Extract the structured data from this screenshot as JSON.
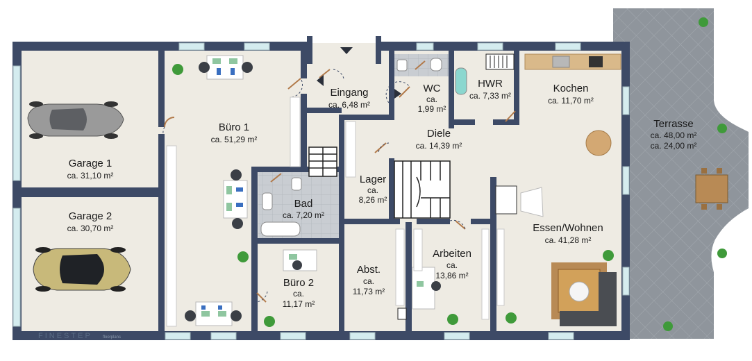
{
  "brand": {
    "name": "FINESTEP",
    "sub": "floorplans"
  },
  "rooms": {
    "garage1": {
      "name": "Garage 1",
      "area": "ca. 31,10 m²"
    },
    "garage2": {
      "name": "Garage 2",
      "area": "ca. 30,70 m²"
    },
    "buero1": {
      "name": "Büro 1",
      "area": "ca. 51,29 m²"
    },
    "eingang": {
      "name": "Eingang",
      "area": "ca. 6,48 m²"
    },
    "wc": {
      "name": "WC",
      "ca": "ca.",
      "area": "1,99 m²"
    },
    "hwr": {
      "name": "HWR",
      "area": "ca. 7,33 m²"
    },
    "kochen": {
      "name": "Kochen",
      "area": "ca. 11,70 m²"
    },
    "diele": {
      "name": "Diele",
      "area": "ca. 14,39 m²"
    },
    "lager": {
      "name": "Lager",
      "ca": "ca.",
      "area": "8,26 m²"
    },
    "bad": {
      "name": "Bad",
      "area": "ca. 7,20 m²"
    },
    "buero2": {
      "name": "Büro 2",
      "ca": "ca.",
      "area": "11,17 m²"
    },
    "abst": {
      "name": "Abst.",
      "ca": "ca.",
      "area": "11,73 m²"
    },
    "arbeiten": {
      "name": "Arbeiten",
      "ca": "ca.",
      "area": "13,86 m²"
    },
    "essen": {
      "name": "Essen/Wohnen",
      "area": "ca. 41,28 m²"
    },
    "terrasse": {
      "name": "Terrasse",
      "area1": "ca. 48,00 m²",
      "area2": "ca. 24,00 m²"
    }
  },
  "colors": {
    "wall": "#3d4a66",
    "floor": "#eeebe3",
    "terrace": "#8f959c",
    "tile": "#c9cdd2",
    "window": "#d4ecef",
    "car_silver": "#9a9a9a",
    "car_gold": "#c8b97a",
    "wood": "#b88a55",
    "plant": "#3f9a3a"
  }
}
